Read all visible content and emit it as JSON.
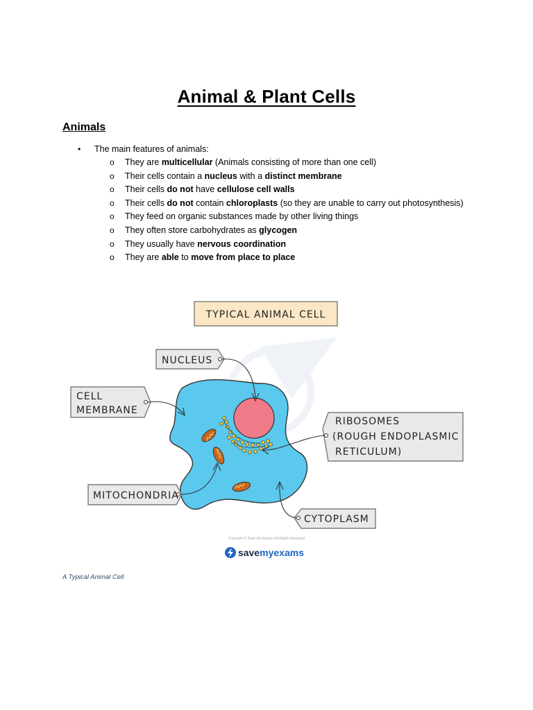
{
  "document": {
    "title": "Animal & Plant Cells",
    "section_heading": "Animals",
    "intro_bullet": "The main features of animals:",
    "features": [
      [
        {
          "t": "They are "
        },
        {
          "t": "multicellular",
          "b": true
        },
        {
          "t": " (Animals consisting of more than one cell)"
        }
      ],
      [
        {
          "t": "Their cells contain a "
        },
        {
          "t": "nucleus",
          "b": true
        },
        {
          "t": " with a "
        },
        {
          "t": "distinct membrane",
          "b": true
        }
      ],
      [
        {
          "t": "Their cells "
        },
        {
          "t": "do not",
          "b": true
        },
        {
          "t": " have "
        },
        {
          "t": "cellulose cell walls",
          "b": true
        }
      ],
      [
        {
          "t": "Their cells "
        },
        {
          "t": "do not",
          "b": true
        },
        {
          "t": " contain "
        },
        {
          "t": "chloroplasts",
          "b": true
        },
        {
          "t": " (so they are unable to carry out photosynthesis)"
        }
      ],
      [
        {
          "t": "They feed on organic substances made by other living things"
        }
      ],
      [
        {
          "t": "They often store carbohydrates as "
        },
        {
          "t": "glycogen",
          "b": true
        }
      ],
      [
        {
          "t": "They usually have "
        },
        {
          "t": "nervous coordination",
          "b": true
        }
      ],
      [
        {
          "t": "They are "
        },
        {
          "t": "able",
          "b": true
        },
        {
          "t": " to "
        },
        {
          "t": "move from place to place",
          "b": true
        }
      ]
    ],
    "sub_bullet_marker": "o",
    "bullet_marker": "•"
  },
  "diagram": {
    "title": "TYPICAL  ANIMAL  CELL",
    "labels": {
      "nucleus": "NUCLEUS",
      "cell_membrane_1": "CELL",
      "cell_membrane_2": "MEMBRANE",
      "ribosomes_1": "RIBOSOMES",
      "ribosomes_2": "(ROUGH  ENDOPLASMIC",
      "ribosomes_3": "RETICULUM)",
      "mitochondria": "MITOCHONDRIA",
      "cytoplasm": "CYTOPLASM"
    },
    "copyright": "Copyright © Save My Exams. All Rights Reserved",
    "logo_save": "save",
    "logo_my": "my",
    "logo_exams": "exams",
    "colors": {
      "cytoplasm": "#5bc8ee",
      "nucleus": "#f07a88",
      "mitochondria": "#c8681e",
      "ribosomes": "#e8c93a",
      "title_box": "#fbe7c6",
      "label_box": "#e9e9e9",
      "logo_blue": "#1f67c4"
    }
  },
  "caption": "A Typical Animal Cell"
}
